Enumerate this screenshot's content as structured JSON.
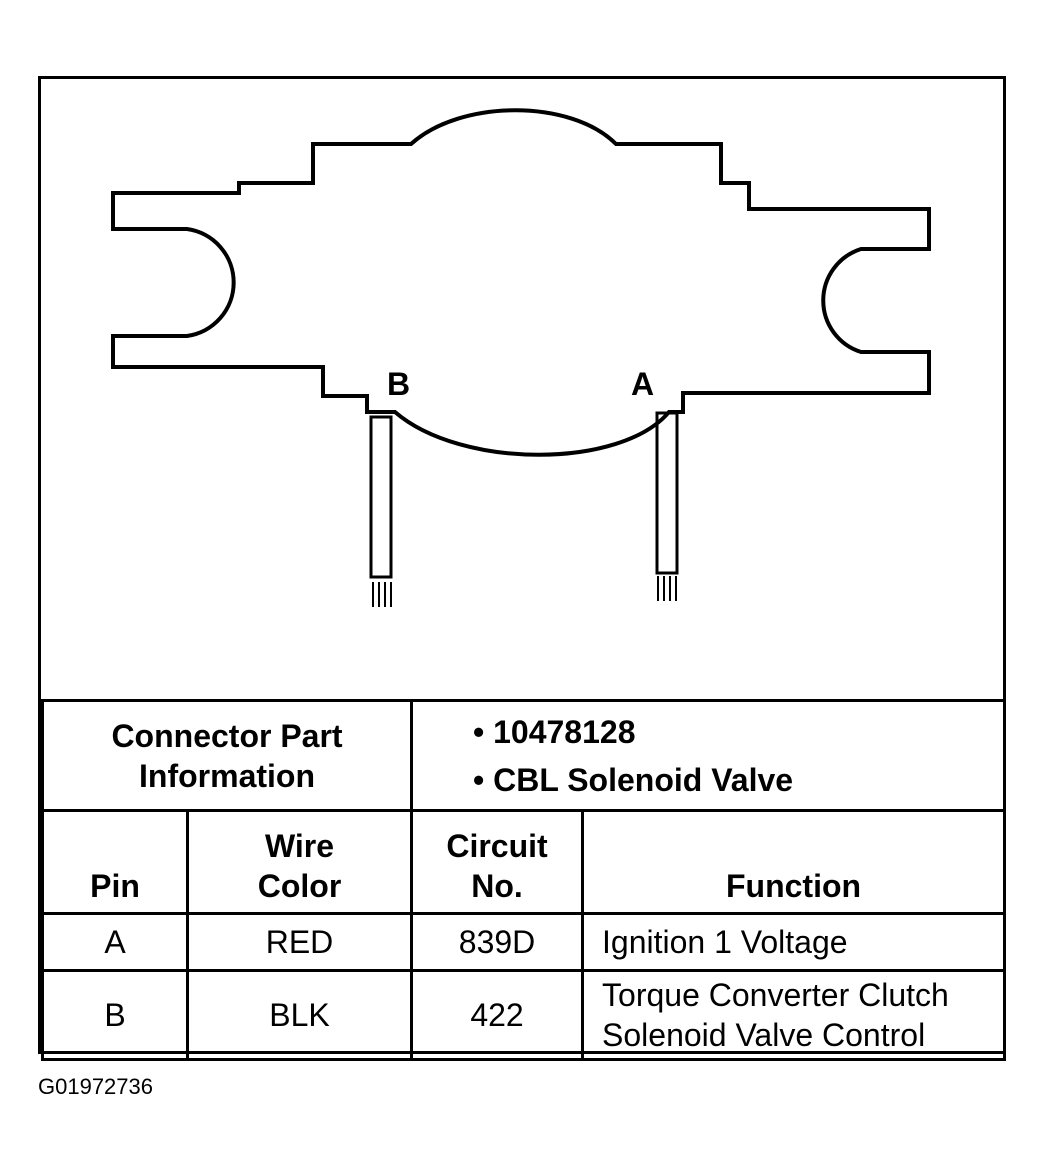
{
  "diagram": {
    "pin_labels": {
      "b": "B",
      "a": "A"
    }
  },
  "connector_info": {
    "label_line1": "Connector Part",
    "label_line2": "Information",
    "values": [
      "10478128",
      "CBL Solenoid Valve"
    ],
    "bullet": "•"
  },
  "pin_table": {
    "headers": {
      "pin": "Pin",
      "wire_color_line1": "Wire",
      "wire_color_line2": "Color",
      "circuit_line1": "Circuit",
      "circuit_line2": "No.",
      "function": "Function"
    },
    "rows": [
      {
        "pin": "A",
        "wire_color": "RED",
        "circuit": "839D",
        "function_line1": "Ignition 1 Voltage",
        "function_line2": ""
      },
      {
        "pin": "B",
        "wire_color": "BLK",
        "circuit": "422",
        "function_line1": "Torque Converter Clutch",
        "function_line2": "Solenoid Valve Control"
      }
    ]
  },
  "figure_id": "G01972736"
}
